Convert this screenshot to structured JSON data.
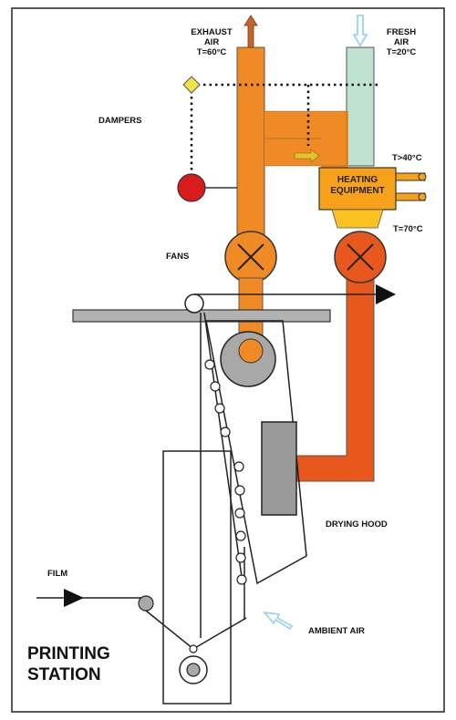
{
  "labels": {
    "exhaust_air_line1": "EXHAUST",
    "exhaust_air_line2": "AIR",
    "exhaust_temp": "T=60°C",
    "fresh_air_line1": "FRESH",
    "fresh_air_line2": "AIR",
    "fresh_temp": "T=20°C",
    "dampers": "DAMPERS",
    "temp_above_40": "T>40°C",
    "heating_line1": "HEATING",
    "heating_line2": "EQUIPMENT",
    "temp_70": "T=70°C",
    "fans": "FANS",
    "drying_hood": "DRYING HOOD",
    "film": "FILM",
    "ambient_air": "AMBIENT AIR",
    "printing_line1": "PRINTING",
    "printing_line2": "STATION"
  },
  "colors": {
    "exhaust_duct": "#F08A24",
    "supply_duct": "#E8581C",
    "fresh_duct": "#BFE3D0",
    "heater": "#F7A21A",
    "damper_marker": "#F4E14A",
    "damper_actuator": "#D81C1C",
    "exhaust_arrow": "#C8642A",
    "flow_arrow": "#E5C22A",
    "fresh_arrow": "#8ECFEA",
    "roller": "#A8A8A8"
  }
}
